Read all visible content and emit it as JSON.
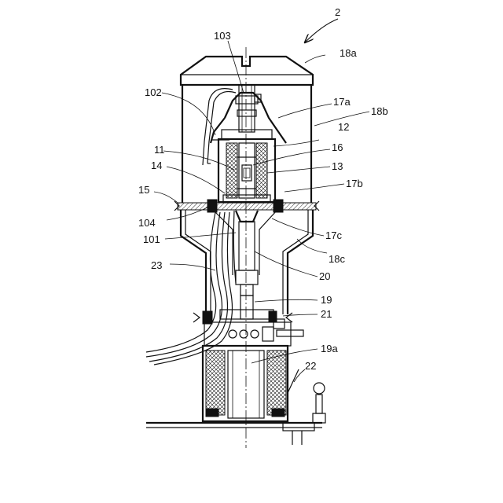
{
  "figure": {
    "ref_number": "2",
    "labels": [
      {
        "id": "103",
        "text": "103"
      },
      {
        "id": "18a",
        "text": "18a"
      },
      {
        "id": "102",
        "text": "102"
      },
      {
        "id": "17a",
        "text": "17a"
      },
      {
        "id": "18b",
        "text": "18b"
      },
      {
        "id": "12",
        "text": "12"
      },
      {
        "id": "11",
        "text": "11"
      },
      {
        "id": "16",
        "text": "16"
      },
      {
        "id": "14",
        "text": "14"
      },
      {
        "id": "13",
        "text": "13"
      },
      {
        "id": "17b",
        "text": "17b"
      },
      {
        "id": "15",
        "text": "15"
      },
      {
        "id": "104",
        "text": "104"
      },
      {
        "id": "101",
        "text": "101"
      },
      {
        "id": "17c",
        "text": "17c"
      },
      {
        "id": "18c",
        "text": "18c"
      },
      {
        "id": "23",
        "text": "23"
      },
      {
        "id": "20",
        "text": "20"
      },
      {
        "id": "19",
        "text": "19"
      },
      {
        "id": "21",
        "text": "21"
      },
      {
        "id": "19a",
        "text": "19a"
      },
      {
        "id": "22",
        "text": "22"
      }
    ]
  }
}
